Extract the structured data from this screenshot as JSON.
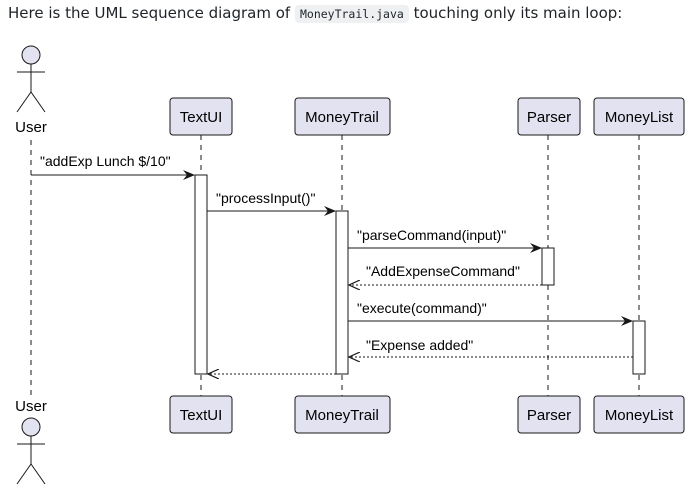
{
  "intro": {
    "prefix": "Here is the UML sequence diagram of",
    "filename": "MoneyTrail.java",
    "suffix": "touching only its main loop:"
  },
  "diagram": {
    "actor": "User",
    "participants": [
      "TextUI",
      "MoneyTrail",
      "Parser",
      "MoneyList"
    ],
    "messages": [
      {
        "label": "\"addExp Lunch $/10\"",
        "from": "User",
        "to": "TextUI",
        "kind": "call"
      },
      {
        "label": "\"processInput()\"",
        "from": "TextUI",
        "to": "MoneyTrail",
        "kind": "call"
      },
      {
        "label": "\"parseCommand(input)\"",
        "from": "MoneyTrail",
        "to": "Parser",
        "kind": "call"
      },
      {
        "label": "\"AddExpenseCommand\"",
        "from": "Parser",
        "to": "MoneyTrail",
        "kind": "return"
      },
      {
        "label": "\"execute(command)\"",
        "from": "MoneyTrail",
        "to": "MoneyList",
        "kind": "call"
      },
      {
        "label": "\"Expense added\"",
        "from": "MoneyList",
        "to": "MoneyTrail",
        "kind": "return"
      },
      {
        "label": "",
        "from": "MoneyTrail",
        "to": "TextUI",
        "kind": "return"
      }
    ]
  }
}
